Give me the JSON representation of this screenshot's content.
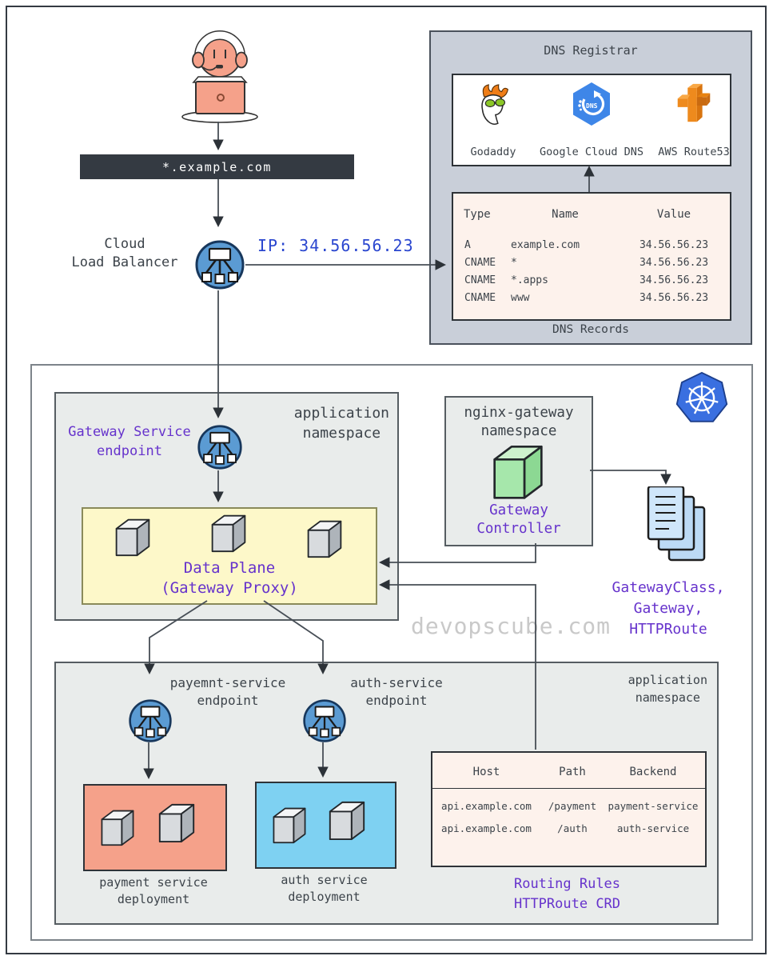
{
  "top": {
    "domain_bar": "*.example.com",
    "load_balancer_label": "Cloud\nLoad Balancer",
    "ip_label": "IP: 34.56.56.23"
  },
  "dns": {
    "title": "DNS Registrar",
    "providers": [
      {
        "icon": "godaddy-icon",
        "name": "Godaddy"
      },
      {
        "icon": "google-cloud-dns-icon",
        "name": "Google Cloud DNS"
      },
      {
        "icon": "aws-route53-icon",
        "name": "AWS Route53"
      }
    ],
    "records_caption": "DNS Records",
    "table": {
      "headers": [
        "Type",
        "Name",
        "Value"
      ],
      "rows": [
        [
          "A",
          "example.com",
          "34.56.56.23"
        ],
        [
          "CNAME",
          "*",
          "34.56.56.23"
        ],
        [
          "CNAME",
          "*.apps",
          "34.56.56.23"
        ],
        [
          "CNAME",
          "www",
          "34.56.56.23"
        ]
      ]
    }
  },
  "cluster": {
    "namespace1_label": "application\nnamespace",
    "gateway_service_endpoint_label": "Gateway Service\nendpoint",
    "data_plane_label": "Data Plane\n(Gateway Proxy)",
    "nginx_namespace_label": "nginx-gateway\nnamespace",
    "gateway_controller_label": "Gateway\nController",
    "crd_label": "GatewayClass,\nGateway,\nHTTPRoute",
    "watermark": "devopscube.com",
    "namespace2_label": "application\nnamespace",
    "payment_endpoint_label": "payemnt-service\nendpoint",
    "auth_endpoint_label": "auth-service\nendpoint",
    "payment_deployment_label": "payment service\ndeployment",
    "auth_deployment_label": "auth service\ndeployment",
    "routing": {
      "headers": [
        "Host",
        "Path",
        "Backend"
      ],
      "rows": [
        [
          "api.example.com",
          "/payment",
          "payment-service"
        ],
        [
          "api.example.com",
          "/auth",
          "auth-service"
        ]
      ],
      "caption": "Routing Rules\nHTTPRoute CRD"
    }
  },
  "colors": {
    "accent_purple": "#6633cc",
    "ip_blue": "#2a46cf",
    "bar_dark": "#343a42",
    "salmon": "#f5a18a",
    "sky_blue": "#7ed1f2",
    "data_plane_yellow": "#fdf8c9",
    "namespace_gray": "#e9eceb",
    "dns_box_gray": "#c9cfd9",
    "table_linen": "#fdf2ec",
    "endpoint_blue": "#5b9bd3",
    "kubernetes_blue": "#3a6fe0",
    "controller_green": "#a6e7ab"
  }
}
